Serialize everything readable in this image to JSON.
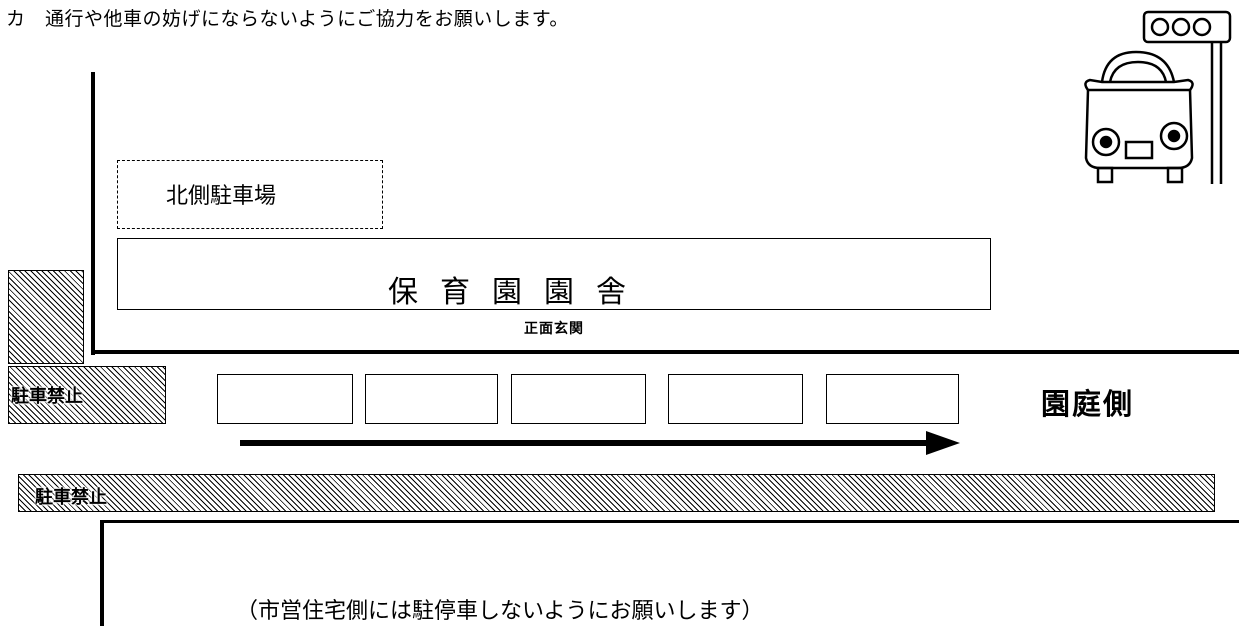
{
  "heading": "カ　通行や他車の妨げにならないようにご協力をお願いします。",
  "map": {
    "north_parking": "北側駐車場",
    "building": "保育園園舎",
    "entrance": "正面玄関",
    "no_parking_left": "駐車禁止",
    "no_parking_strip": "駐車禁止",
    "garden_side": "園庭側",
    "parking_slots": 5,
    "arrow_direction": "right"
  },
  "note": "（市営住宅側には駐停車しないようにお願いします）",
  "icons": [
    "traffic-light-icon",
    "car-icon"
  ]
}
